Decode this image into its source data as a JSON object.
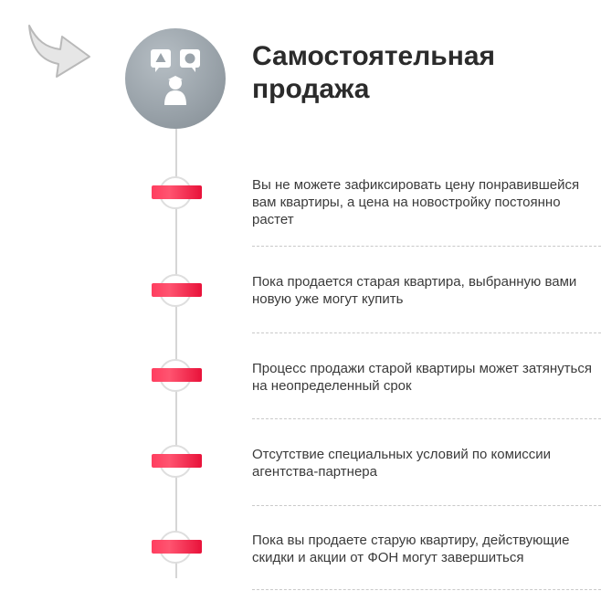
{
  "heading": {
    "line1": "Самостоятельная",
    "line2": "продажа"
  },
  "icons": {
    "arrow": "curved-arrow-icon",
    "person": "person-with-speech-bubbles-icon"
  },
  "colors": {
    "accent": "#ff3d5f",
    "accent_dark": "#e8123a",
    "circle_gray": "#9aa3aa",
    "text": "#3a3a3a",
    "title": "#2b2b2b"
  },
  "items": [
    {
      "text": "Вы не можете зафиксировать цену понравившейся вам квартиры, а цена на новостройку постоянно растет"
    },
    {
      "text": "Пока продается старая квартира, выбранную вами новую уже могут купить"
    },
    {
      "text": "Процесс продажи старой квартиры может затянуться на неопределенный срок"
    },
    {
      "text": "Отсутствие специальных условий по комиссии агентства-партнера"
    },
    {
      "text": "Пока вы продаете старую квартиру, действующие скидки и акции от ФОН могут завершиться"
    }
  ]
}
